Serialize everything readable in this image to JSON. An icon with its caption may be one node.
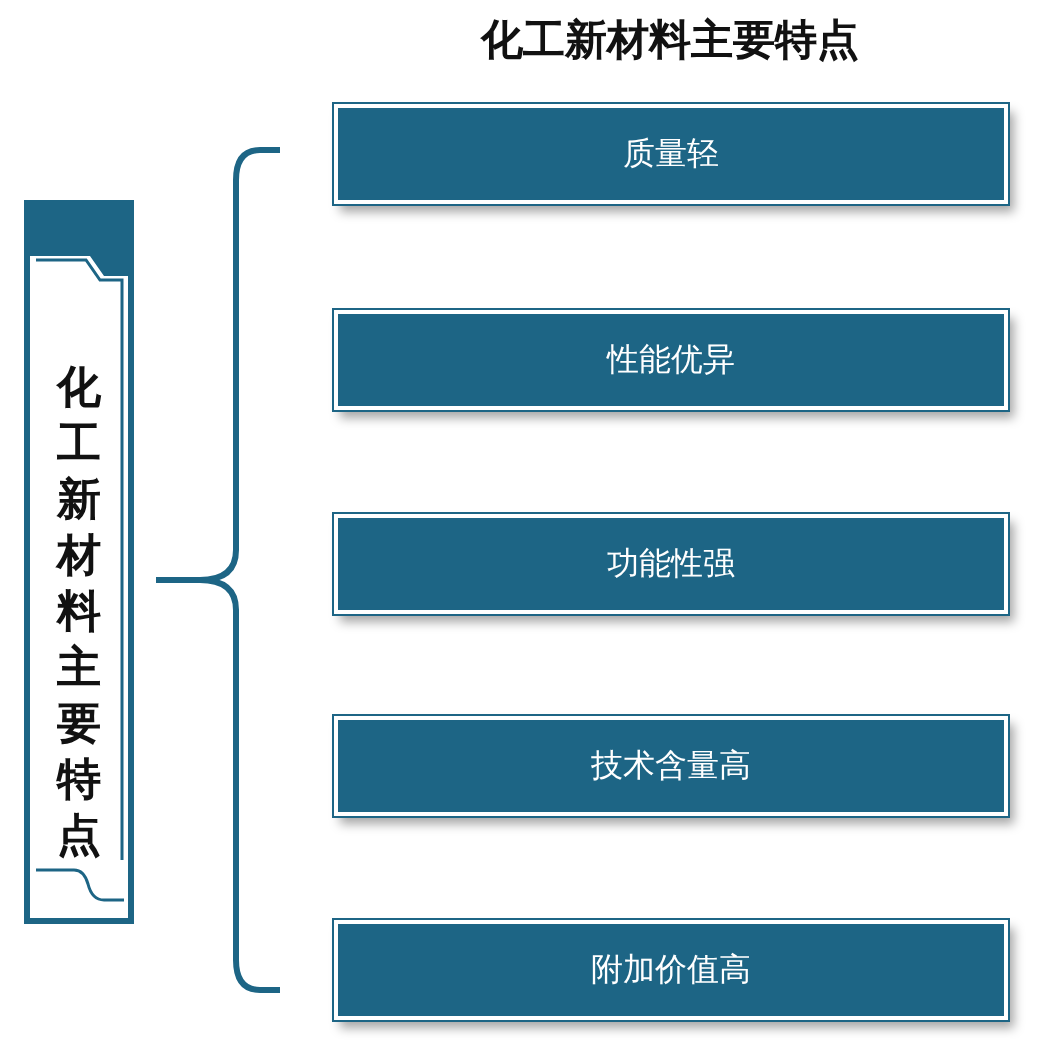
{
  "diagram": {
    "title": "化工新材料主要特点",
    "nodes": [
      {
        "text": [
          "化工新材料主要特点"
        ]
      },
      {
        "text": [
          "质量轻"
        ]
      },
      {
        "text": [
          "性能优异"
        ]
      },
      {
        "text": [
          "功能性强"
        ]
      },
      {
        "text": [
          "技术含量高"
        ]
      },
      {
        "text": [
          "附加价值高"
        ]
      }
    ]
  }
}
